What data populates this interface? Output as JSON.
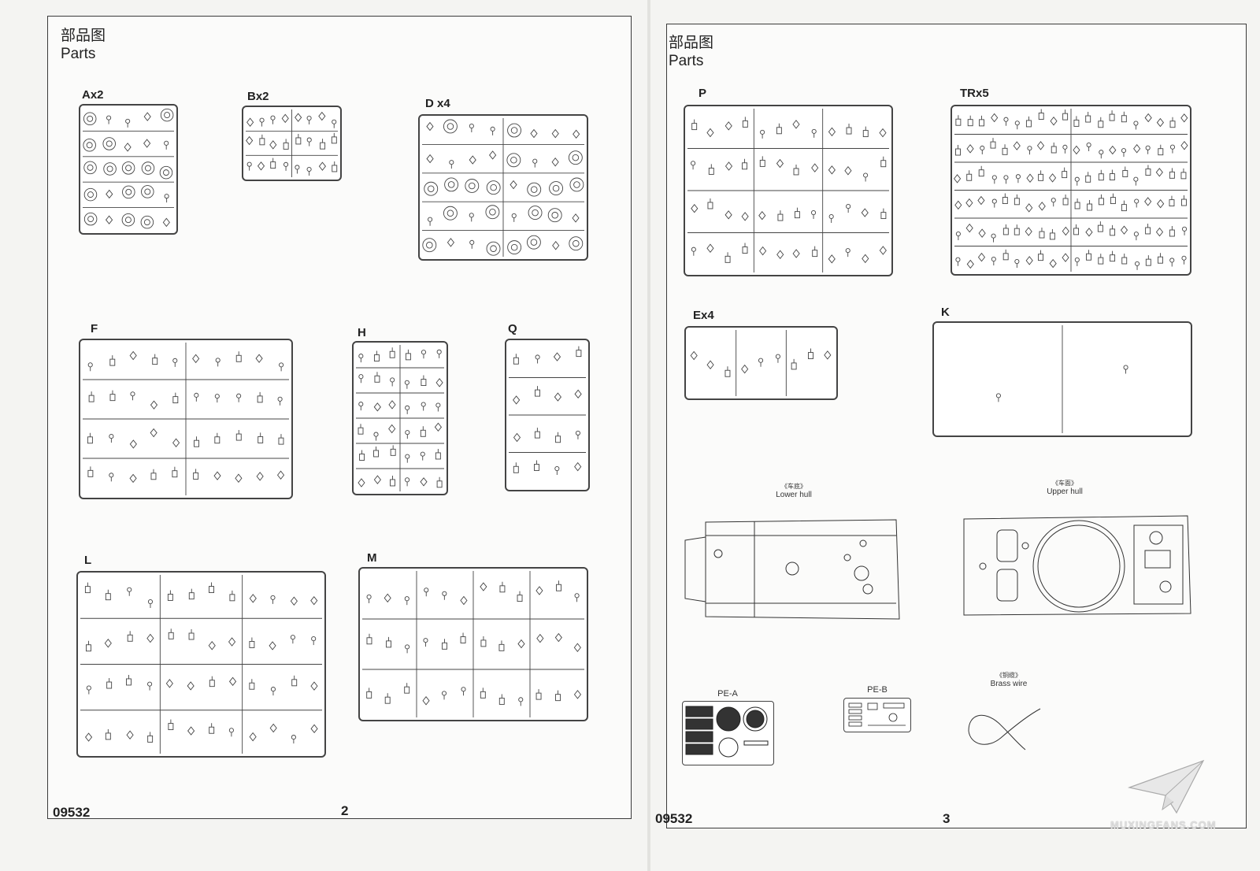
{
  "left_page": {
    "header": {
      "cn": "部品图",
      "en": "Parts"
    },
    "sprues": {
      "a": "Ax2",
      "b": "Bx2",
      "d": "D x4",
      "f": "F",
      "h": "H",
      "q": "Q",
      "l": "L",
      "m": "M"
    },
    "code": "09532",
    "page_number": "2"
  },
  "right_page": {
    "header": {
      "cn": "部品图",
      "en": "Parts"
    },
    "sprues": {
      "p": "P",
      "tr": "TRx5",
      "e": "Ex4",
      "k": "K"
    },
    "lower_hull": {
      "cn": "《车底》",
      "en": "Lower hull"
    },
    "upper_hull": {
      "cn": "《车面》",
      "en": "Upper hull"
    },
    "pe_a": "PE-A",
    "pe_b": "PE-B",
    "brass_wire": {
      "cn": "《铜缆》",
      "en": "Brass wire"
    },
    "code": "09532",
    "page_number": "3"
  },
  "watermark": "MUXINGFANS.COM"
}
